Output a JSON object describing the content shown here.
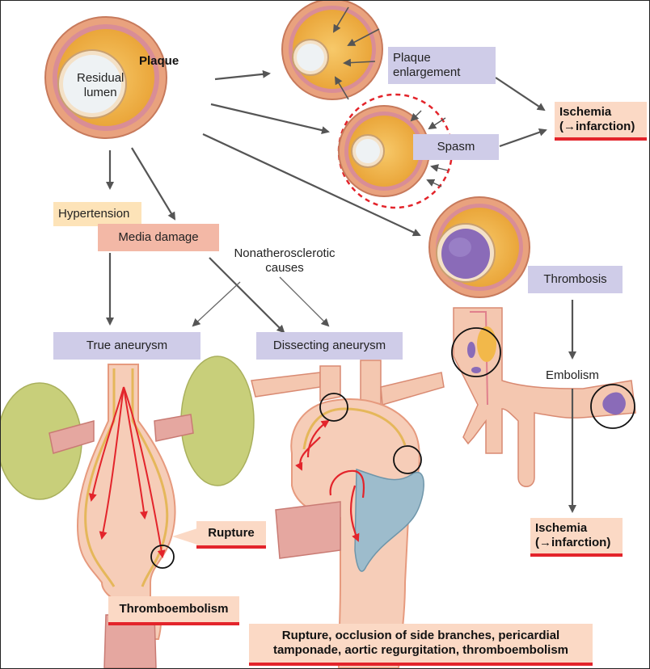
{
  "labels": {
    "plaque": "Plaque",
    "residual_lumen": "Residual\nlumen",
    "plaque_enlargement": "Plaque\nenlargement",
    "ischemia_top": "Ischemia\n(→infarction)",
    "spasm": "Spasm",
    "hypertension": "Hypertension",
    "media_damage": "Media damage",
    "nonatherosclerotic": "Nonatherosclerotic\ncauses",
    "thrombosis": "Thrombosis",
    "true_aneurysm": "True aneurysm",
    "dissecting_aneurysm": "Dissecting aneurysm",
    "embolism": "Embolism",
    "ischemia_bottom": "Ischemia\n(→infarction)",
    "rupture": "Rupture",
    "thromboembolism": "Thromboembolism",
    "bottom_outcome": "Rupture, occlusion of side branches, pericardial\ntamponade, aortic regurgitation, thromboembolism"
  },
  "colors": {
    "label_lavender": "#cfcce8",
    "label_pink": "#f3b8a6",
    "label_peach": "#fbd9c5",
    "label_yellow": "#fde3b8",
    "underline_red": "#e3242b",
    "plaque_yellow": "#f2b84a",
    "vessel_wall": "#e8a07a",
    "lumen": "#eef2f4",
    "thrombus": "#8a6bb8",
    "kidney": "#c8cf7a"
  }
}
